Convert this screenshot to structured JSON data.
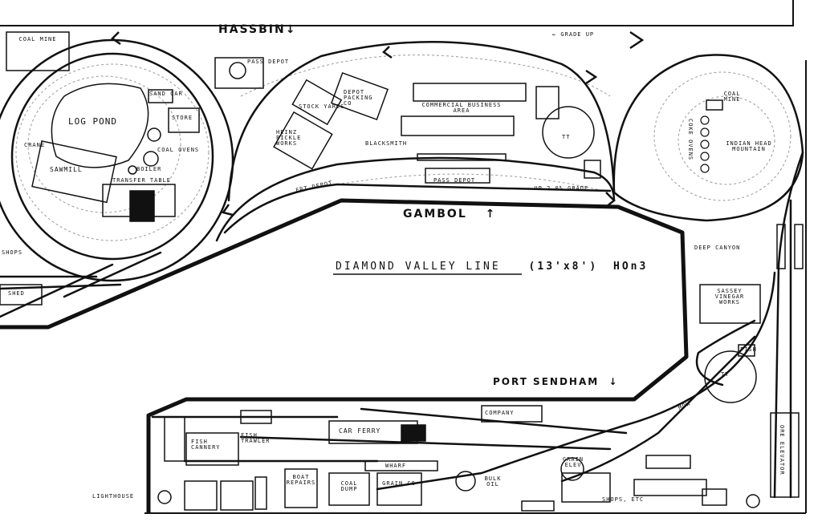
{
  "title": "DIAMOND VALLEY LINE",
  "size": "(13'x8')",
  "scale": "HOn3",
  "towns": {
    "hassbin": "HASSBIN",
    "gambol": "GAMBOL",
    "port_sendham": "PORT SENDHAM"
  },
  "arrows": {
    "down": "↓",
    "up": "↑"
  },
  "labels": {
    "coal_mine_left": "COAL MINE",
    "pass_depot_top": "PASS DEPOT",
    "grade_up": "← GRADE UP",
    "coal_mine_right": "COAL MINE",
    "log_pond": "LOG POND",
    "sawmill": "SAWMILL",
    "crane": "CRANE",
    "store": "STORE",
    "coal_ovens": "COAL OVENS",
    "coke_ovens": "COKE OVENS",
    "sand_car": "SAND CAR",
    "transfer_table": "TRANSFER TABLE",
    "boiler": "BOILER",
    "stock_yards": "STOCK YARDS",
    "heinz_pickle_works": "HEINZ PICKLE WORKS",
    "depot_packing": "DEPOT PACKING CO",
    "commercial_business": "COMMERCIAL BUSINESS AREA",
    "blacksmith": "BLACKSMITH",
    "pass_depot": "PASS DEPOT",
    "frt_depot": "FRT DEPOT",
    "up_grade": "→ UP 2.0% GRADE",
    "indian_head": "INDIAN HEAD MOUNTAIN",
    "deep_canyon": "DEEP CANYON",
    "sassey_vinegar": "SASSEY VINEGAR WORKS",
    "shed": "SHED",
    "shops": "SHOPS",
    "fish": "FISH",
    "company": "COMPANY",
    "car_ferry": "CAR FERRY",
    "fish_cannery": "FISH CANNERY",
    "fish_trawler": "FISH TRAWLER",
    "wharf": "WHARF",
    "boat_repairs": "BOAT REPAIRS",
    "coal_dump": "COAL DUMP",
    "grain_co": "GRAIN CO",
    "bulk_oil": "BULK OIL",
    "grain_elev": "GRAIN ELEV",
    "lighthouse": "LIGHTHOUSE",
    "shops_etc": "SHOPS, ETC",
    "ore_elevator": "ORE ELEVATOR",
    "mow": "MOW",
    "turntable": "TT"
  },
  "colors": {
    "ink": "#111111",
    "paper": "#ffffff",
    "contour": "#9a9a9a"
  }
}
